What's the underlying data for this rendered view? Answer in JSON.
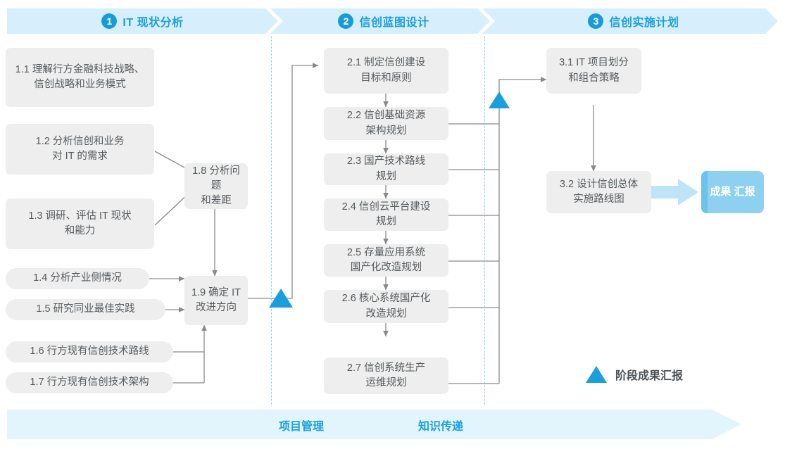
{
  "phases": [
    {
      "num": "1",
      "title": "IT 现状分析"
    },
    {
      "num": "2",
      "title": "信创蓝图设计"
    },
    {
      "num": "3",
      "title": "信创实施计划"
    }
  ],
  "phase1_tasks": [
    {
      "id": "1.1",
      "line1": "1.1 理解行方金融科技战略、",
      "line2": "信创战略和业务模式"
    },
    {
      "id": "1.2",
      "line1": "1.2 分析信创和业务",
      "line2": "对 IT 的需求"
    },
    {
      "id": "1.3",
      "line1": "1.3 调研、评估 IT 现状",
      "line2": "和能力"
    },
    {
      "id": "1.4",
      "line1": "1.4 分析产业侧情况",
      "line2": ""
    },
    {
      "id": "1.5",
      "line1": "1.5 研究同业最佳实践",
      "line2": ""
    },
    {
      "id": "1.6",
      "line1": "1.6 行方现有信创技术路线",
      "line2": ""
    },
    {
      "id": "1.7",
      "line1": "1.7 行方现有信创技术架构",
      "line2": ""
    },
    {
      "id": "1.8",
      "line1": "1.8 分析问题",
      "line2": "和差距"
    },
    {
      "id": "1.9",
      "line1": "1.9 确定 IT",
      "line2": "改进方向"
    }
  ],
  "phase2_tasks": [
    {
      "id": "2.1",
      "line1": "2.1 制定信创建设",
      "line2": "目标和原则"
    },
    {
      "id": "2.2",
      "line1": "2.2 信创基础资源",
      "line2": "架构规划"
    },
    {
      "id": "2.3",
      "line1": "2.3 国产技术路线",
      "line2": "规划"
    },
    {
      "id": "2.4",
      "line1": "2.4 信创云平台建设",
      "line2": "规划"
    },
    {
      "id": "2.5",
      "line1": "2.5 存量应用系统",
      "line2": "国产化改造规划"
    },
    {
      "id": "2.6",
      "line1": "2.6 核心系统国产化",
      "line2": "改造规划"
    },
    {
      "id": "2.7",
      "line1": "2.7 信创系统生产",
      "line2": "运维规划"
    }
  ],
  "phase3_tasks": [
    {
      "id": "3.1",
      "line1": "3.1 IT 项目划分",
      "line2": "和组合策略"
    },
    {
      "id": "3.2",
      "line1": "3.2 设计信创总体",
      "line2": "实施路线图"
    }
  ],
  "result": {
    "line1": "成果",
    "line2": "汇报"
  },
  "legend": {
    "label": "阶段成果汇报"
  },
  "footer": {
    "left_label": "项目管理",
    "right_label": "知识传递"
  },
  "colors": {
    "accent_blue": "#1a9fdc",
    "banner_blue": "#d7eefc",
    "footer_blue": "#e2f4fc",
    "box_gray": "#eeeeee",
    "box_text": "#555a5e",
    "result_blue": "#8ed0f0",
    "connector_gray": "#8a8a8a",
    "divider_dot": "#7ec9ea"
  }
}
